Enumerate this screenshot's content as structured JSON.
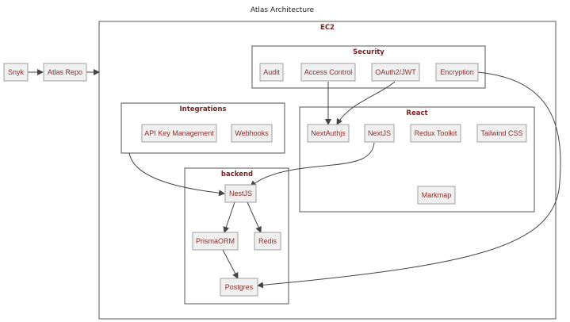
{
  "title": "Atlas Architecture",
  "groups": {
    "ec2": "EC2",
    "security": "Security",
    "integrations": "Integrations",
    "react": "React",
    "backend": "backend"
  },
  "nodes": {
    "snyk": "Snyk",
    "atlas_repo": "Atlas Repo",
    "audit": "Audit",
    "access_control": "Access Control",
    "oauth2_jwt": "OAuth2/JWT",
    "encryption": "Encryption",
    "api_key_management": "API Key Management",
    "webhooks": "Webhooks",
    "nextauthjs": "NextAuthjs",
    "nextjs": "NextJS",
    "redux_toolkit": "Redux Toolkit",
    "tailwind_css": "Tailwind CSS",
    "markmap": "Markmap",
    "nestjs": "NestJS",
    "prismaorm": "PrismaORM",
    "redis": "Redis",
    "postgres": "Postgres"
  },
  "edges": [
    {
      "from": "Snyk",
      "to": "Atlas Repo"
    },
    {
      "from": "Atlas Repo",
      "to": "EC2"
    },
    {
      "from": "Access Control",
      "to": "NextAuthjs"
    },
    {
      "from": "OAuth2/JWT",
      "to": "NextAuthjs"
    },
    {
      "from": "Encryption",
      "to": "Postgres"
    },
    {
      "from": "Integrations",
      "to": "NestJS"
    },
    {
      "from": "NextJS",
      "to": "NestJS"
    },
    {
      "from": "NestJS",
      "to": "PrismaORM"
    },
    {
      "from": "NestJS",
      "to": "Redis"
    },
    {
      "from": "PrismaORM",
      "to": "Postgres"
    }
  ]
}
